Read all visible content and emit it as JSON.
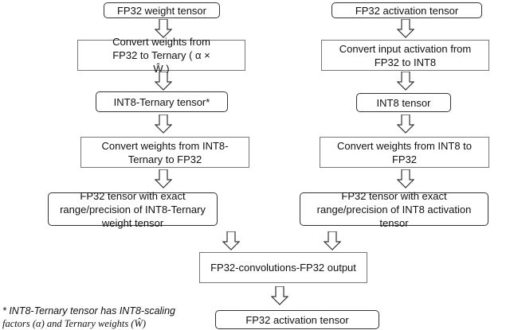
{
  "left": {
    "steps": [
      "FP32 weight tensor",
      "Convert weights from FP32 to Ternary ( α × Ŵ )",
      "INT8-Ternary tensor*",
      "Convert weights from INT8-Ternary to FP32",
      "FP32 tensor with exact range/precision of INT8-Ternary weight tensor"
    ]
  },
  "right": {
    "steps": [
      "FP32 activation tensor",
      "Convert input activation from FP32 to INT8",
      "INT8 tensor",
      "Convert weights from INT8 to FP32",
      "FP32 tensor with exact range/precision of INT8 activation tensor"
    ]
  },
  "merge": "FP32-convolutions-FP32 output",
  "output": "FP32 activation tensor",
  "footnote": {
    "line1": "* INT8-Ternary tensor has INT8-scaling",
    "line2_a": "factors (α) and Ternary weights (Ŵ)"
  }
}
